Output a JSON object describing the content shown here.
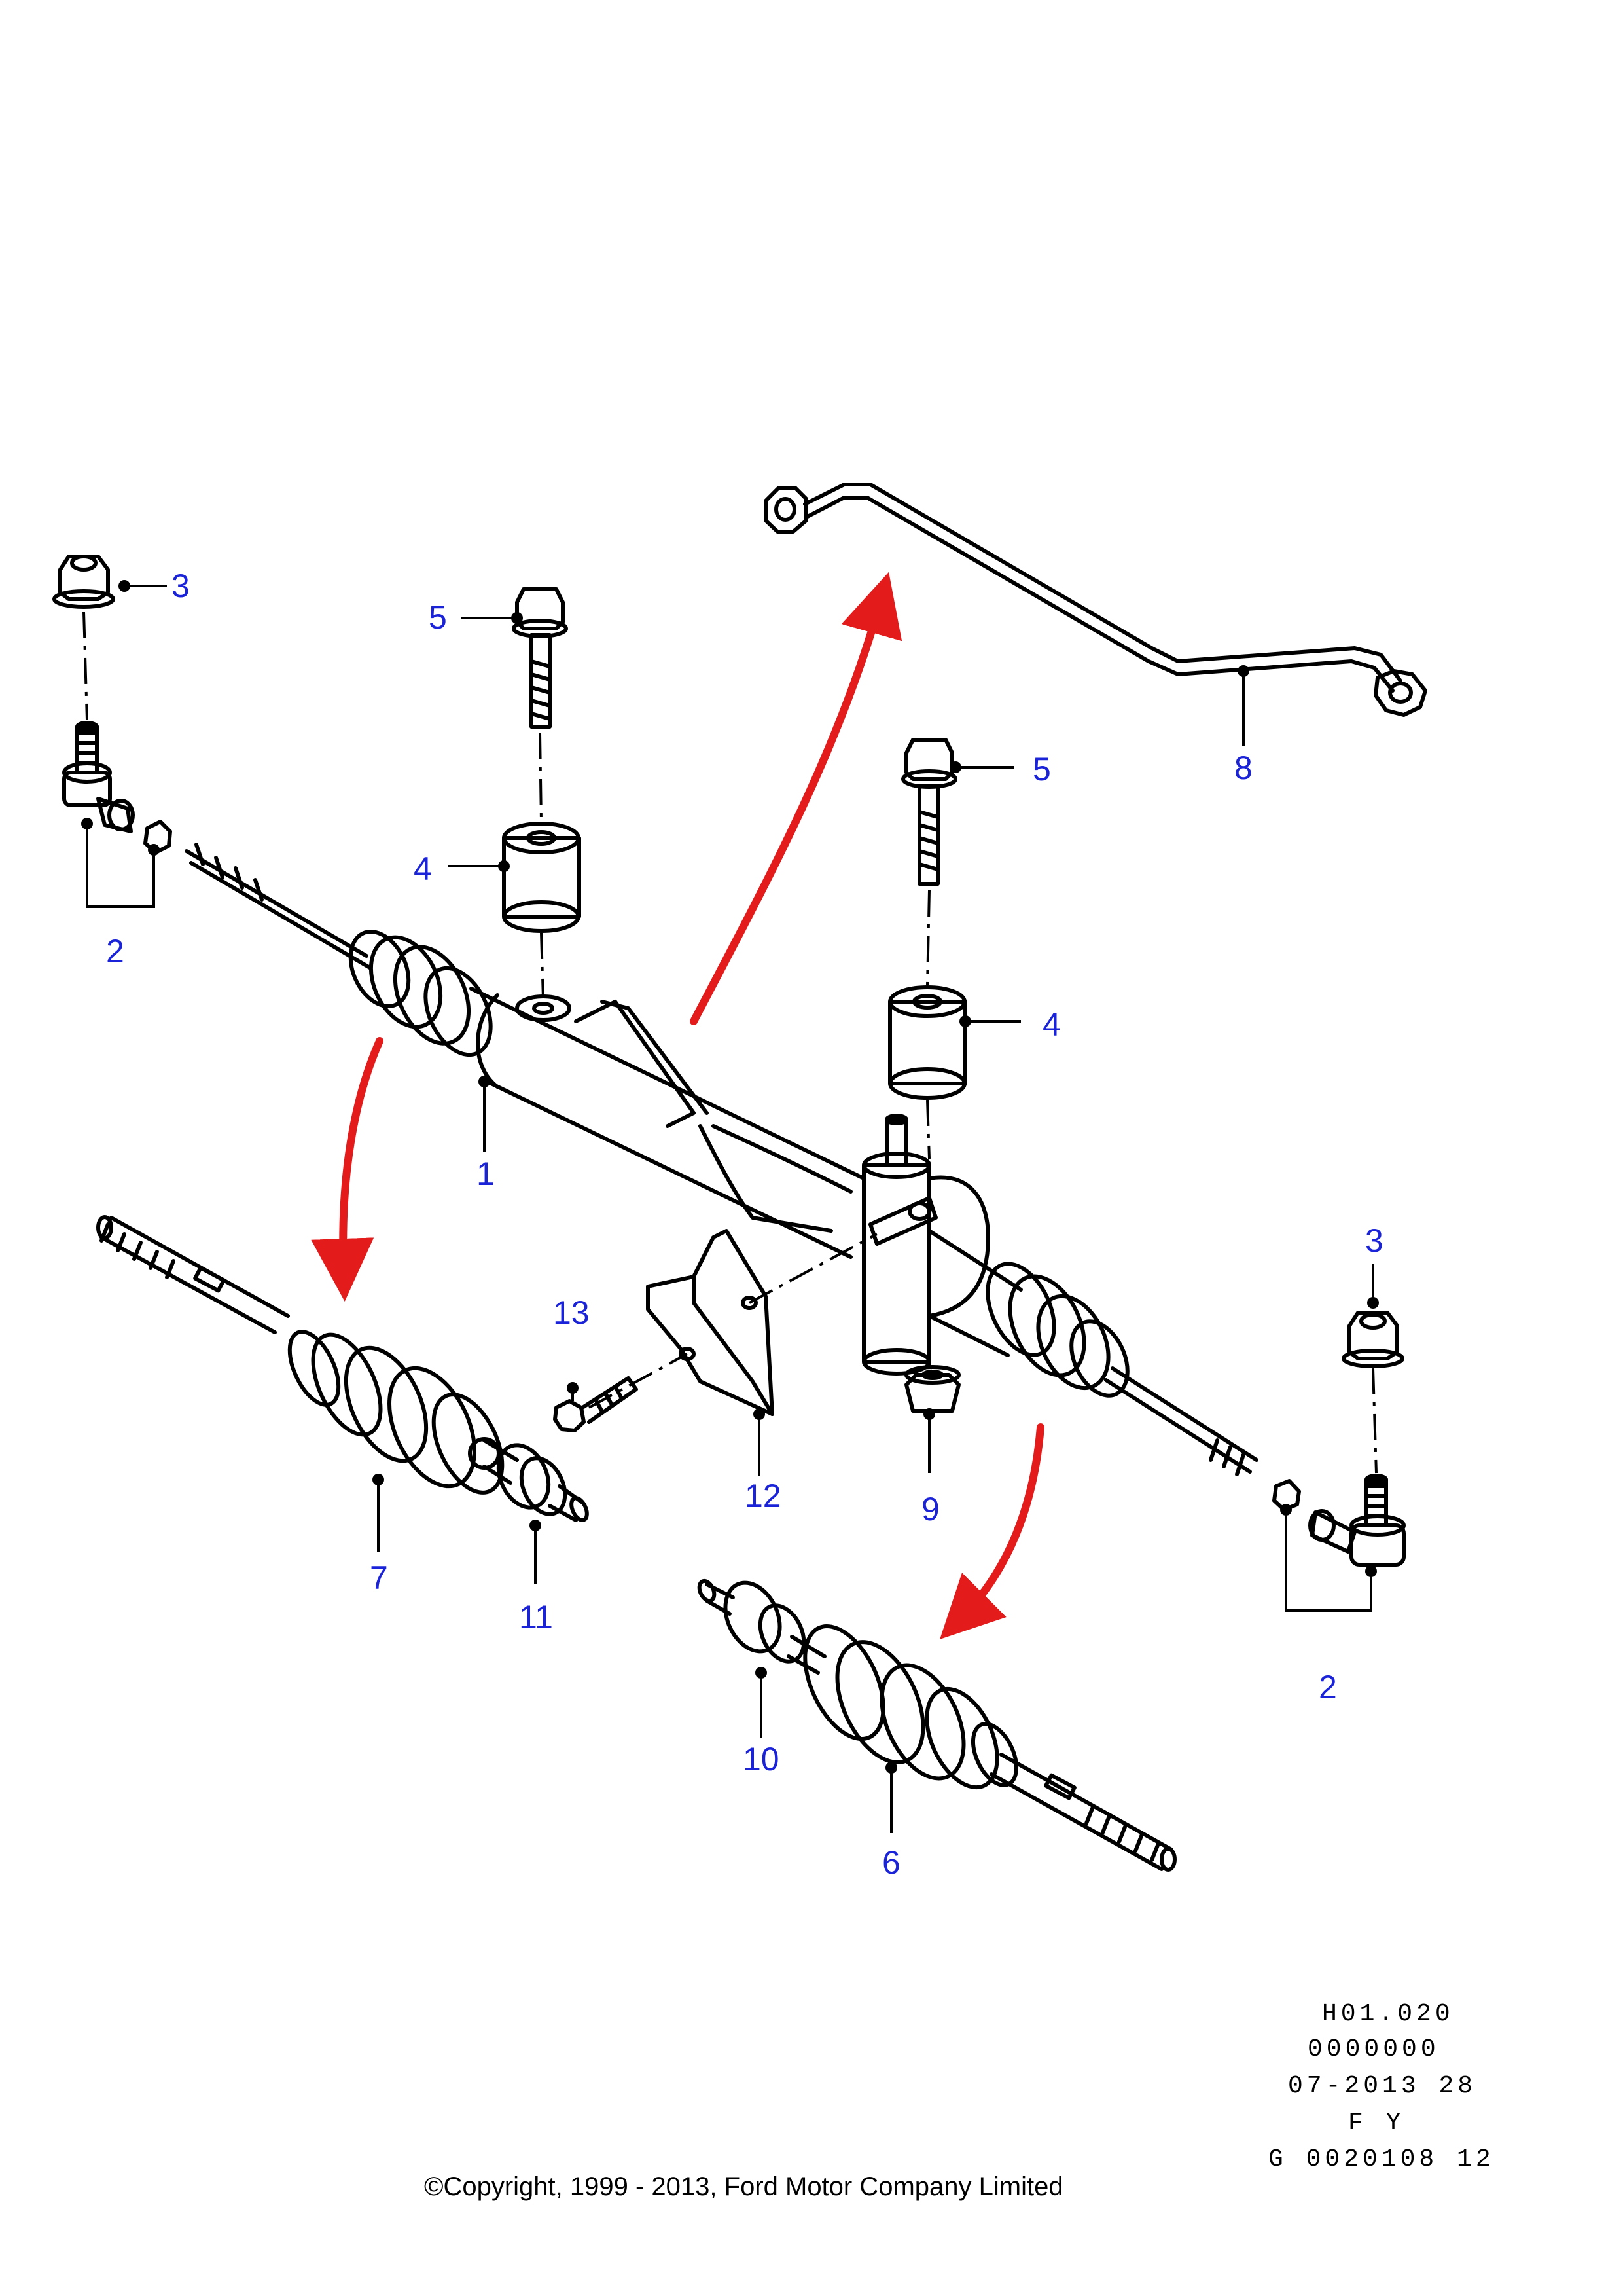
{
  "callouts": {
    "c3_left": "3",
    "c5_left": "5",
    "c4_left": "4",
    "c2_left": "2",
    "c1": "1",
    "c8": "8",
    "c5_right": "5",
    "c4_right": "4",
    "c3_right": "3",
    "c13": "13",
    "c12": "12",
    "c9": "9",
    "c7": "7",
    "c11": "11",
    "c2_right": "2",
    "c10": "10",
    "c6": "6"
  },
  "info_block": {
    "line1": "H01.020",
    "line2": "0000000",
    "line3": "07-2013 28",
    "line4": "F Y",
    "line5": "G 0020108 12"
  },
  "copyright": "©Copyright, 1999 - 2013, Ford Motor Company Limited",
  "colors": {
    "callout_text": "#1a23d8",
    "arrow": "#e31b1b",
    "line": "#000000"
  }
}
